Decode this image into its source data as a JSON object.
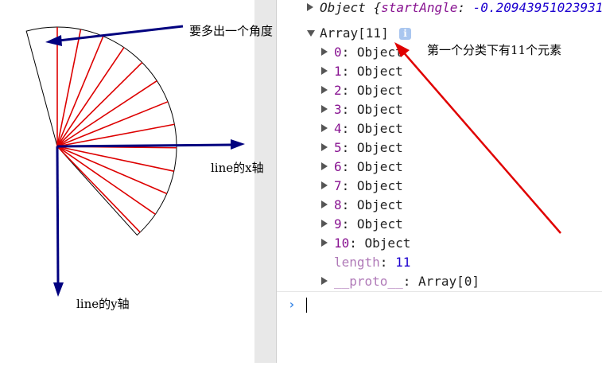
{
  "console": {
    "object_line": {
      "prefix": "Object ",
      "open_brace": "{",
      "key": "startAngle",
      "colon": ": ",
      "value": "-0.20943951023931"
    },
    "array_line": {
      "label": "Array[11]",
      "info_glyph": "i"
    },
    "items": [
      {
        "index": "0",
        "sep": ": ",
        "value": "Object"
      },
      {
        "index": "1",
        "sep": ": ",
        "value": "Object"
      },
      {
        "index": "2",
        "sep": ": ",
        "value": "Object"
      },
      {
        "index": "3",
        "sep": ": ",
        "value": "Object"
      },
      {
        "index": "4",
        "sep": ": ",
        "value": "Object"
      },
      {
        "index": "5",
        "sep": ": ",
        "value": "Object"
      },
      {
        "index": "6",
        "sep": ": ",
        "value": "Object"
      },
      {
        "index": "7",
        "sep": ": ",
        "value": "Object"
      },
      {
        "index": "8",
        "sep": ": ",
        "value": "Object"
      },
      {
        "index": "9",
        "sep": ": ",
        "value": "Object"
      },
      {
        "index": "10",
        "sep": ": ",
        "value": "Object"
      }
    ],
    "length_line": {
      "key": "length",
      "sep": ": ",
      "value": "11"
    },
    "proto_line": {
      "key": "__proto__",
      "sep": ": ",
      "value": "Array[0]"
    },
    "prompt_glyph": "›"
  },
  "annotations": {
    "extra_angle": "要多出一个角度",
    "eleven_elements": "第一个分类下有11个元素",
    "x_axis": "line的x轴",
    "y_axis": "line的y轴"
  },
  "colors": {
    "annotation_navy": "#00007f",
    "annotation_red": "#e00000",
    "spoke_red": "#dd0000",
    "axis_navy": "#00007f",
    "outline": "#000000",
    "key_purple": "#881391",
    "number_blue": "#1c00cf",
    "prompt_blue": "#3a87e6"
  }
}
